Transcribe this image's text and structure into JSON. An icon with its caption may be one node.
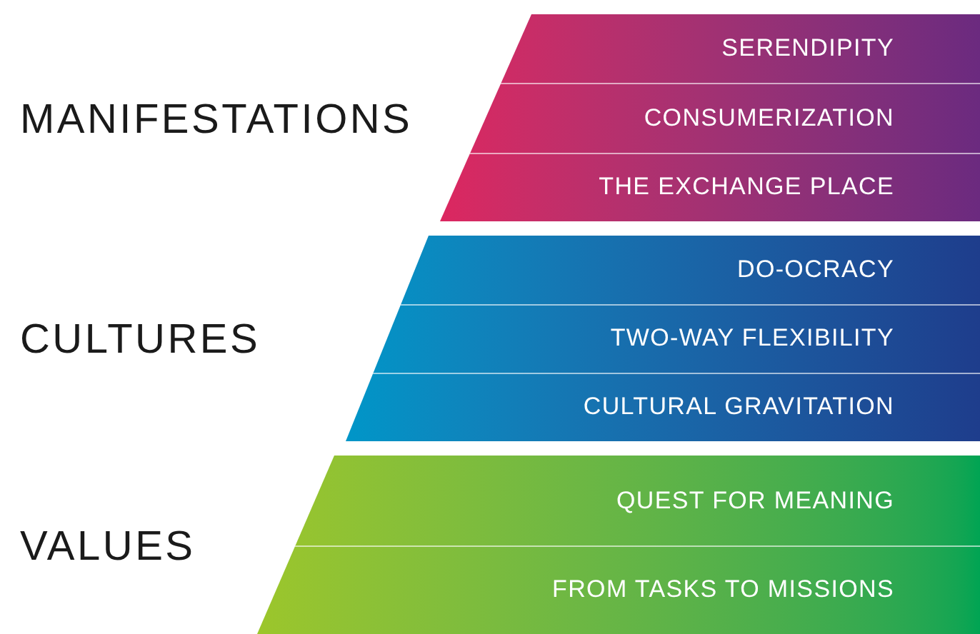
{
  "diagram": {
    "nodes": [
      {
        "text": [
          "MANIFESTATIONS"
        ]
      },
      {
        "text": [
          "SERENDIPITY"
        ],
        "in": 0
      },
      {
        "text": [
          "CONSUMERIZATION"
        ],
        "in": 0
      },
      {
        "text": [
          "THE EXCHANGE PLACE"
        ],
        "in": 0
      },
      {
        "text": [
          "CULTURES"
        ]
      },
      {
        "text": [
          "DO-OCRACY"
        ],
        "in": 4
      },
      {
        "text": [
          "TWO-WAY FLEXIBILITY"
        ],
        "in": 4
      },
      {
        "text": [
          "CULTURAL GRAVITATION"
        ],
        "in": 4
      },
      {
        "text": [
          "VALUES"
        ]
      },
      {
        "text": [
          "QUEST FOR MEANING"
        ],
        "in": 8
      },
      {
        "text": [
          "FROM TASKS TO MISSIONS"
        ],
        "in": 8
      }
    ]
  }
}
